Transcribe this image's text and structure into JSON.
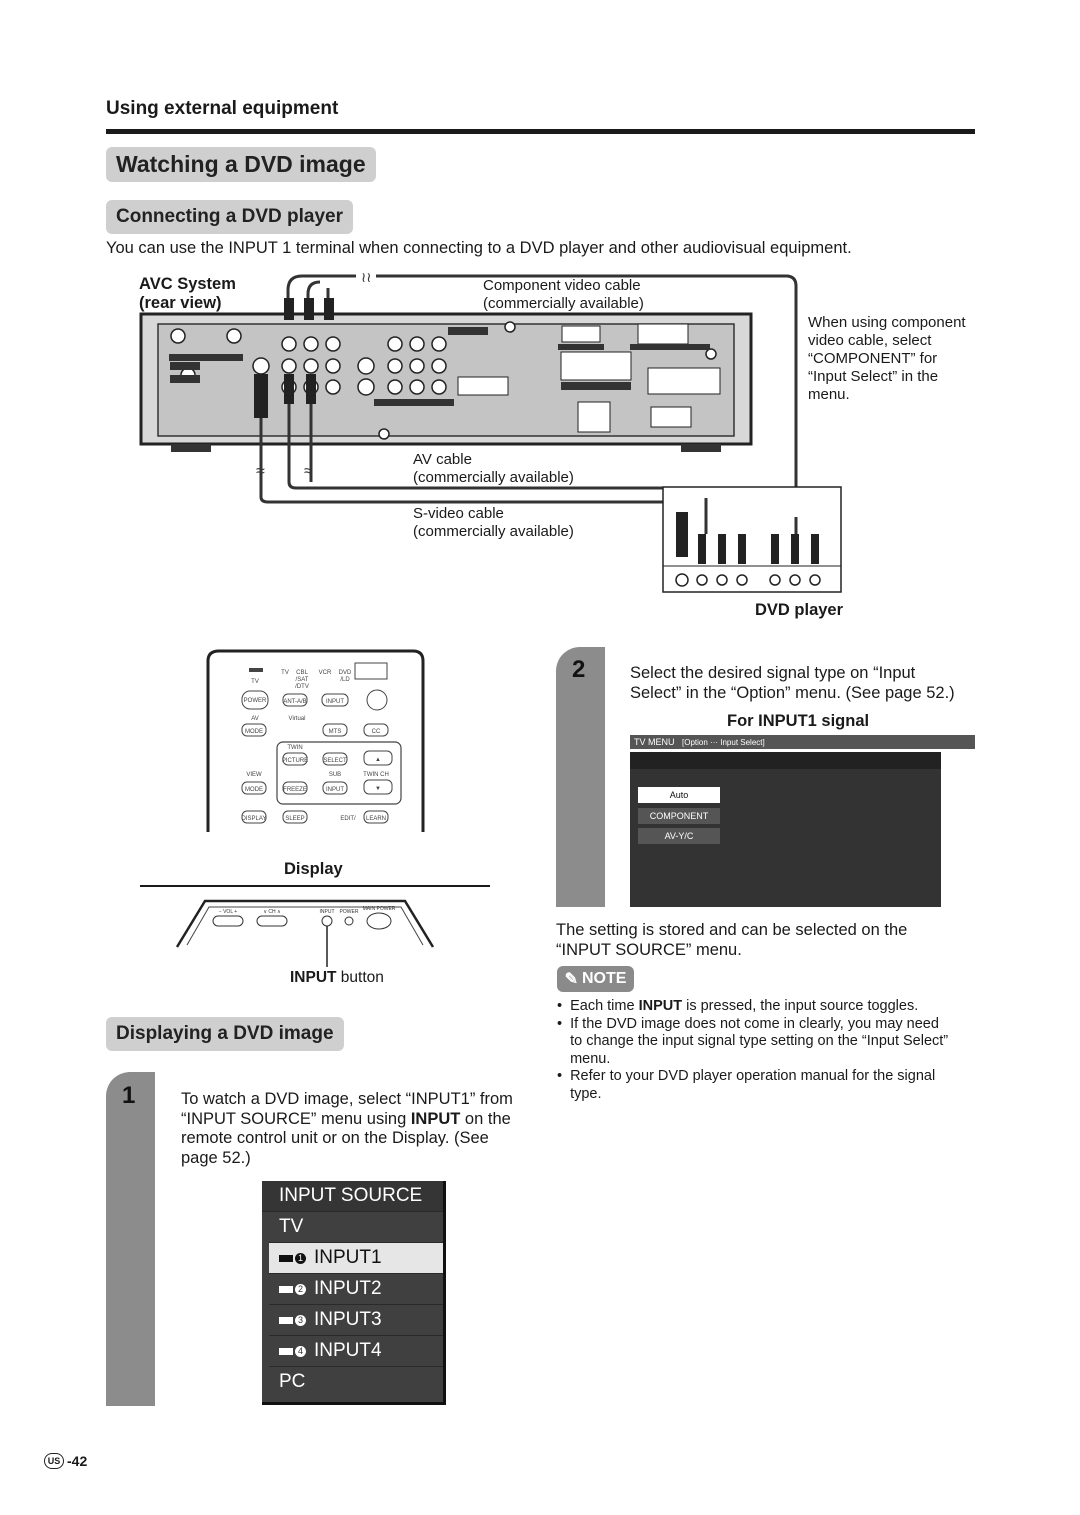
{
  "header": {
    "section_title": "Using external equipment"
  },
  "title": "Watching a DVD image",
  "connect": {
    "heading": "Connecting a DVD player",
    "intro": "You can use the INPUT 1 terminal when connecting to a DVD player and other audiovisual equipment.",
    "avc_label_1": "AVC System",
    "avc_label_2": "(rear view)",
    "component_cable_1": "Component  video cable",
    "component_cable_2": "(commercially available)",
    "note_1": "When using component",
    "note_2": "video cable, select",
    "note_3": "“COMPONENT” for",
    "note_4": "“Input Select” in the",
    "note_5": "menu.",
    "av_cable_1": "AV cable",
    "av_cable_2": "(commercially available)",
    "svideo_cable_1": "S-video cable",
    "svideo_cable_2": "(commercially available)",
    "dvd_player_label": "DVD player"
  },
  "remote": {
    "display_label": "Display",
    "input_button_bold": "INPUT",
    "input_button_rest": " button",
    "keys": [
      "POWER",
      "ANT-A/B",
      "INPUT",
      "MODE",
      "MTS",
      "CC",
      "PICTURE",
      "SELECT",
      "MODE",
      "FREEZE",
      "INPUT",
      "DISPLAY",
      "SLEEP",
      "LEARN"
    ],
    "labels": [
      "TV",
      "CBL /SAT /DTV",
      "VCR",
      "DVD /LD",
      "AV",
      "Virtual",
      "TWIN",
      "VIEW",
      "SUB",
      "TWIN CH",
      "EDIT/"
    ],
    "display_panel": [
      "VOL",
      "CH",
      "INPUT",
      "POWER",
      "MAIN POWER"
    ]
  },
  "displaying": {
    "heading": "Displaying a DVD image",
    "step1_num": "1",
    "step1_a": "To watch a DVD image, select “INPUT1” from",
    "step1_b_pre": "“INPUT SOURCE” menu using ",
    "step1_b_bold": "INPUT",
    "step1_b_post": " on the",
    "step1_c": "remote control unit or on the Display. (See",
    "step1_d": "page 52.)",
    "menu_title": "INPUT SOURCE",
    "menu_items": [
      "TV",
      "INPUT1",
      "INPUT2",
      "INPUT3",
      "INPUT4",
      "PC"
    ],
    "menu_badges": [
      "1",
      "2",
      "3",
      "4"
    ]
  },
  "step2": {
    "num": "2",
    "text_1": "Select  the  desired  signal  type  on  “Input",
    "text_2": "Select” in the “Option” menu. (See page 52.)",
    "signal_heading": "For INPUT1 signal",
    "tvmenu_label": "TV MENU",
    "tvmenu_path": "[Option ··· Input Select]",
    "options": [
      "Auto",
      "COMPONENT",
      "AV-Y/C"
    ],
    "stored_1": "The  setting  is  stored  and  can  be  selected  on  the",
    "stored_2": "“INPUT SOURCE” menu."
  },
  "note": {
    "badge": "NOTE",
    "b1_pre": "Each time ",
    "b1_bold": "INPUT",
    "b1_post": " is pressed, the input source toggles.",
    "b2_1": "If the DVD image does not come in clearly, you may need",
    "b2_2": "to change the input signal type setting on the “Input Select”",
    "b2_3": "menu.",
    "b3_1": "Refer to your DVD player operation manual for the signal",
    "b3_2": "type."
  },
  "footer": {
    "region": "US",
    "page": "-42"
  }
}
